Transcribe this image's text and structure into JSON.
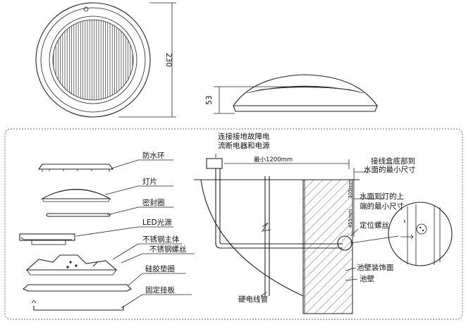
{
  "dimensions": {
    "diameter": "230",
    "height": "53",
    "distance": "最小1200mm",
    "dim_305": "305mm",
    "dim_455": "455mm"
  },
  "labels": {
    "gfci": "连接接地故障电流断电器和电源",
    "gfci_line1": "连接接地故障电",
    "gfci_line2": "流断电器和电源",
    "junction_box": "接线盒底部到水面的最小尺寸",
    "junction_line1": "接线盒底部到",
    "junction_line2": "水面的最小尺寸",
    "water_to_lamp": "水面到灯的上端的最小尺寸",
    "water_line1": "水面到灯的上",
    "water_line2": "端的最小尺寸",
    "positioning_screw": "定位螺丝",
    "pool_trim": "池壁装饰面",
    "pool_wall": "池壁",
    "conduit": "硬电线管"
  },
  "parts": [
    "防水环",
    "灯片",
    "密封圈",
    "LED光源",
    "不锈钢主体",
    "不锈钢螺丝",
    "硅胶垫圈",
    "固定挂板"
  ]
}
